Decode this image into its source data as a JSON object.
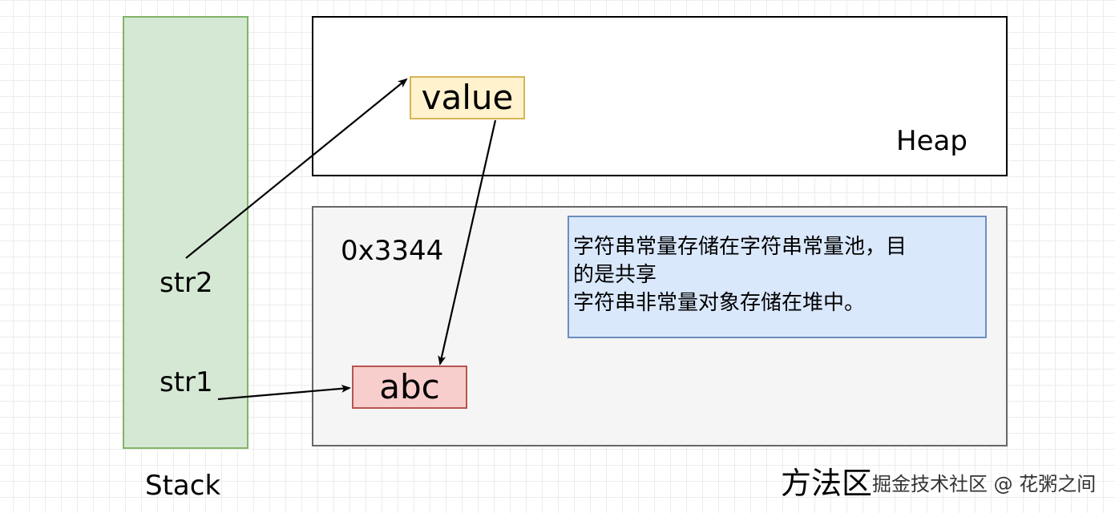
{
  "labels": {
    "str2": "str2",
    "str1": "str1",
    "address": "0x3344",
    "heap": "Heap",
    "stack": "Stack",
    "method_area": "方法区"
  },
  "boxes": {
    "value": "value",
    "abc": "abc"
  },
  "note": {
    "line1": "字符串常量存储在字符串常量池，目",
    "line2": "的是共享",
    "line3": "字符串非常量对象存储在堆中。"
  },
  "watermark": "掘金技术社区 @ 花粥之间"
}
